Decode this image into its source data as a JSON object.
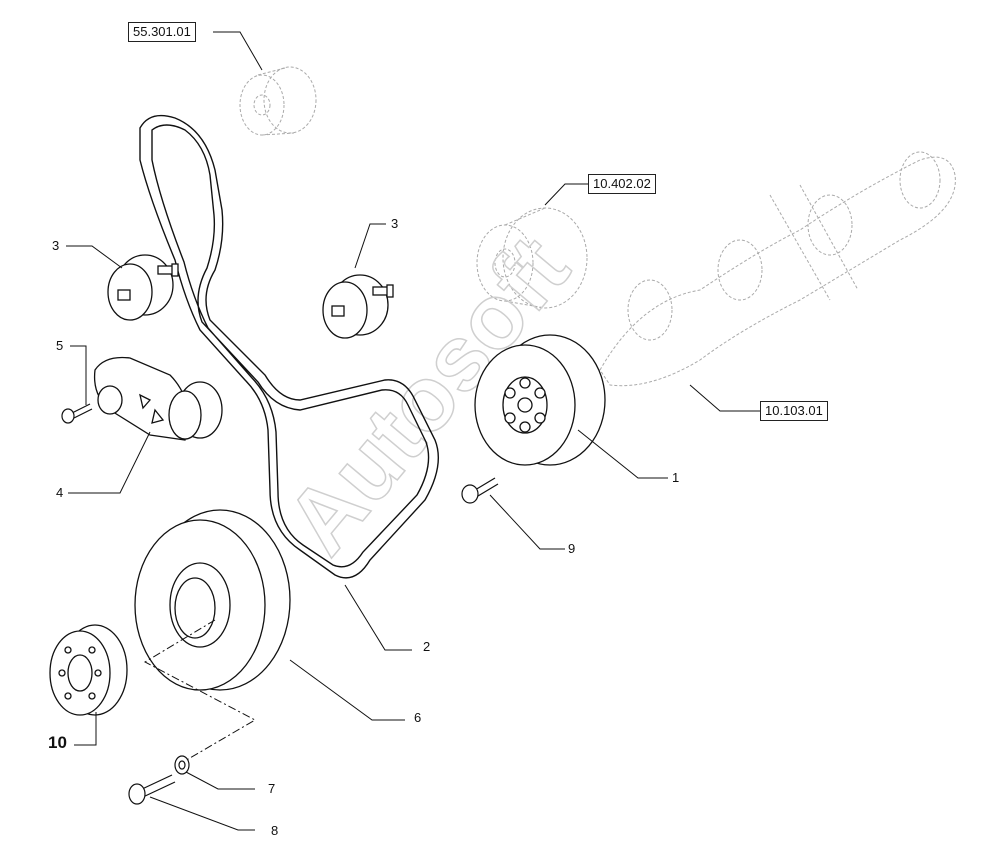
{
  "references": {
    "top": "55.301.01",
    "middle": "10.402.02",
    "right": "10.103.01"
  },
  "callouts": {
    "c1": "1",
    "c2": "2",
    "c3a": "3",
    "c3b": "3",
    "c4": "4",
    "c5": "5",
    "c6": "6",
    "c7": "7",
    "c8": "8",
    "c9": "9",
    "c10": "10"
  },
  "watermark": "Autosoft"
}
